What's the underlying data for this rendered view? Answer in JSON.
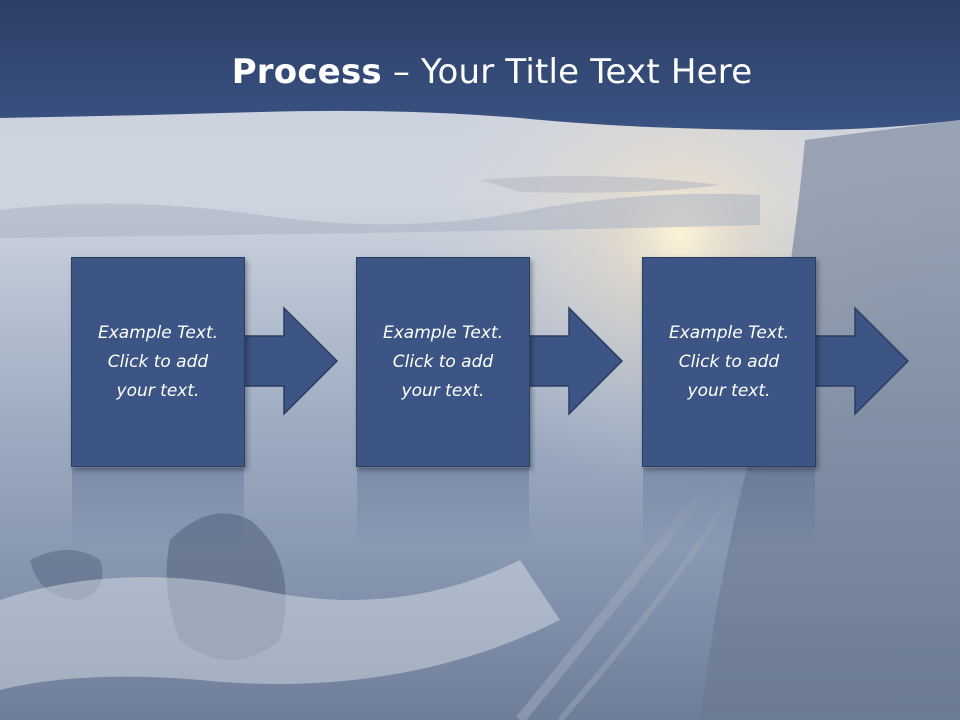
{
  "slide": {
    "title_bold": "Process",
    "title_rest": " – Your Title Text Here"
  },
  "steps": [
    {
      "text": "Example Text.\nClick  to add\nyour text."
    },
    {
      "text": "Example Text.\nClick  to add\nyour text."
    },
    {
      "text": "Example Text.\nClick  to add\nyour text."
    }
  ],
  "colors": {
    "header": "#334a78",
    "box_fill": "#3c5584",
    "arrow_fill": "#3c5584",
    "text": "#ffffff"
  }
}
